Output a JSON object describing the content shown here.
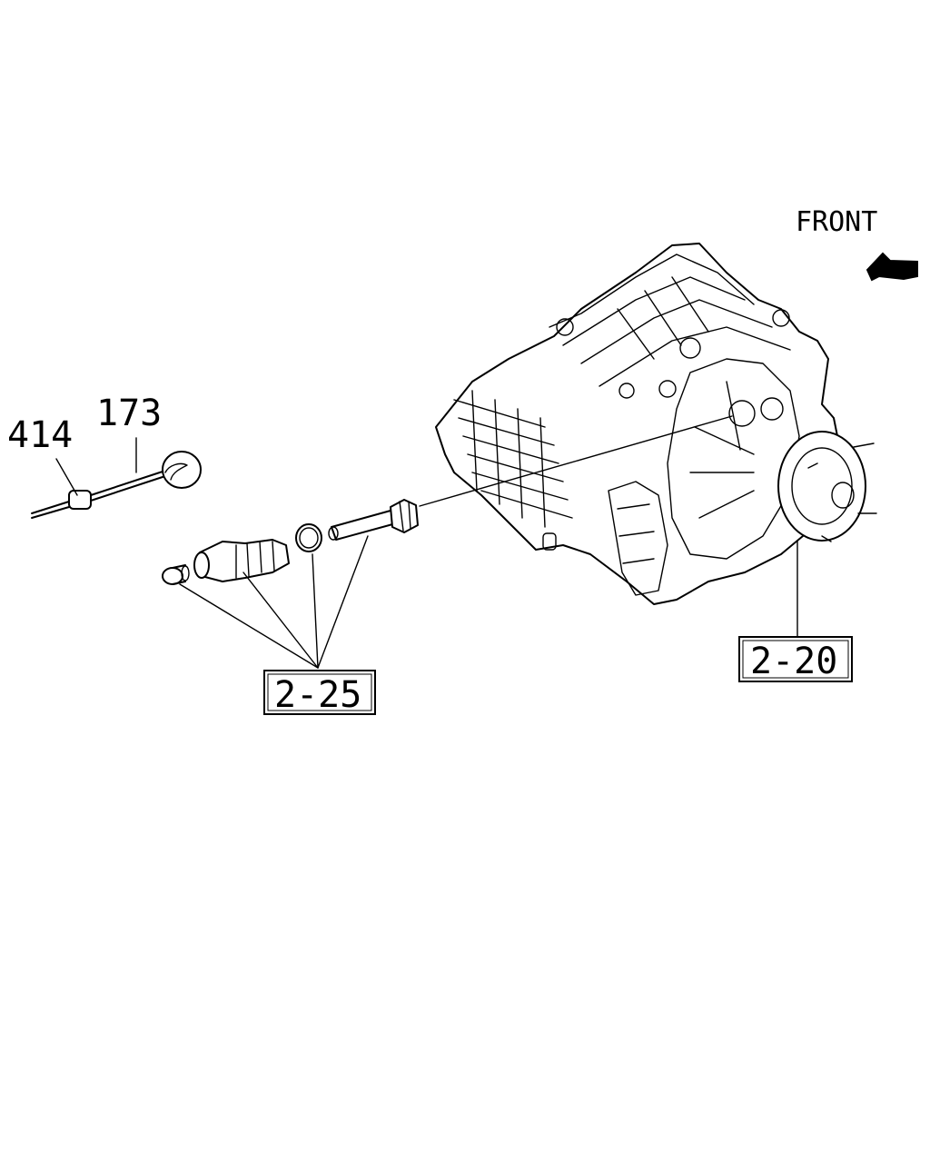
{
  "diagram": {
    "direction_label": "FRONT",
    "callouts": {
      "part_414": "414",
      "part_173": "173",
      "ref_2_25": "2-25",
      "ref_2_20": "2-20"
    }
  }
}
